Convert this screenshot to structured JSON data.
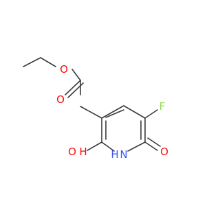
{
  "colors": {
    "bond": "#3a3a3a",
    "oxygen": "#ff0d0d",
    "fluorine": "#90e050",
    "nitrogen": "#3050f8"
  },
  "atoms": {
    "ester_oxygen": "O",
    "carbonyl_oxygen": "O",
    "fluorine": "F",
    "hydroxyl": "O",
    "hydroxyl_hydrogen": "H",
    "ring_nitrogen": "H",
    "ring_nitrogen_n": "N",
    "ketone_oxygen": "O"
  }
}
